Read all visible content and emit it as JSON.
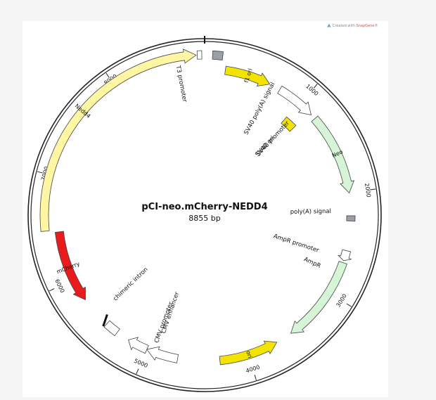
{
  "credit": {
    "prefix": "Created with ",
    "brand": "SnapGene",
    "mark": "®"
  },
  "plasmid": {
    "name": "pCI-neo.mCherry-NEDD4",
    "size_label": "8855 bp",
    "length_bp": 8855
  },
  "colors": {
    "background": "#f5f5f5",
    "panel": "#ffffff",
    "ring": "#222222",
    "yellow_light": "#fff6a3",
    "yellow": "#f2e400",
    "green_light": "#d6f5d6",
    "red": "#e81c1c",
    "gray": "#9aa0a6",
    "white": "#ffffff",
    "brand": "#e0483b"
  },
  "ticks": [
    {
      "bp": 1000,
      "label": "1000"
    },
    {
      "bp": 2000,
      "label": "2000"
    },
    {
      "bp": 3000,
      "label": "3000"
    },
    {
      "bp": 4000,
      "label": "4000"
    },
    {
      "bp": 5000,
      "label": "5000"
    },
    {
      "bp": 6000,
      "label": "6000"
    },
    {
      "bp": 7000,
      "label": "7000"
    },
    {
      "bp": 8000,
      "label": "8000"
    }
  ],
  "features": [
    {
      "id": "f1-ori",
      "label": "f1 ori",
      "start": 200,
      "end": 650,
      "type": "arrow",
      "color": "yellow",
      "label_inside": true
    },
    {
      "id": "sv40-promoter",
      "label": "SV40 promoter",
      "start": 760,
      "end": 1150,
      "type": "arrow",
      "color": "white"
    },
    {
      "id": "sv40-ori",
      "label": "SV40 ori",
      "start": 980,
      "end": 1120,
      "type": "box",
      "color": "yellow"
    },
    {
      "id": "neo",
      "label": "Neo",
      "start": 1200,
      "end": 2000,
      "type": "arrow",
      "color": "green_light",
      "label_inside": true
    },
    {
      "id": "polya-signal",
      "label": "poly(A) signal",
      "start": 2220,
      "end": 2270,
      "type": "box",
      "color": "gray"
    },
    {
      "id": "ampr-promoter",
      "label": "AmpR promoter",
      "start": 2560,
      "end": 2660,
      "type": "arrow",
      "color": "white"
    },
    {
      "id": "ampr",
      "label": "AmpR",
      "start": 2680,
      "end": 3540,
      "type": "arrow",
      "color": "green_light"
    },
    {
      "id": "ori",
      "label": "ori",
      "start": 3700,
      "end": 4280,
      "type": "arrow-rev",
      "color": "yellow",
      "label_inside": true
    },
    {
      "id": "cmv-enhancer",
      "label": "CMV enhancer",
      "start": 4690,
      "end": 5000,
      "type": "arrow",
      "color": "white"
    },
    {
      "id": "cmv-promoter",
      "label": "CMV promoter",
      "start": 5000,
      "end": 5200,
      "type": "arrow",
      "color": "white"
    },
    {
      "id": "chimeric-intron",
      "label": "chimeric intron",
      "start": 5330,
      "end": 5460,
      "type": "box",
      "color": "white"
    },
    {
      "id": "mcherry",
      "label": "mCherry",
      "start": 5770,
      "end": 6480,
      "type": "arrow-rev",
      "color": "red",
      "label_inside": true
    },
    {
      "id": "nedd4",
      "label": "Nedd4",
      "start": 6500,
      "end": 8780,
      "type": "arrow",
      "color": "yellow_light",
      "label_inside": true
    },
    {
      "id": "t3-promoter",
      "label": "T3 promoter",
      "start": 8790,
      "end": 8830,
      "type": "box",
      "color": "white"
    },
    {
      "id": "sv40-polya",
      "label": "SV40 poly(A) signal",
      "start": 70,
      "end": 160,
      "type": "box",
      "color": "gray"
    }
  ]
}
